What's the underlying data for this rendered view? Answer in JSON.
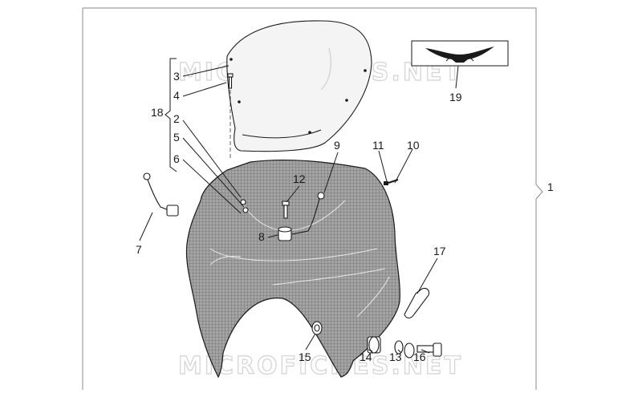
{
  "watermark": "MICROFICHES.NET",
  "logo": {
    "name": "eagle-logo"
  },
  "colors": {
    "line": "#1a1a1a",
    "fairing_fill": "#9a9a9a",
    "windshield_fill": "#f4f4f4",
    "watermark": "#d2d2d2",
    "frame": "#8a8a8a"
  },
  "callouts": [
    {
      "id": "c1",
      "label": "1"
    },
    {
      "id": "c2",
      "label": "2"
    },
    {
      "id": "c3",
      "label": "3"
    },
    {
      "id": "c4",
      "label": "4"
    },
    {
      "id": "c5",
      "label": "5"
    },
    {
      "id": "c6",
      "label": "6"
    },
    {
      "id": "c7",
      "label": "7"
    },
    {
      "id": "c8",
      "label": "8"
    },
    {
      "id": "c9",
      "label": "9"
    },
    {
      "id": "c10",
      "label": "10"
    },
    {
      "id": "c11",
      "label": "11"
    },
    {
      "id": "c12",
      "label": "12"
    },
    {
      "id": "c13",
      "label": "13"
    },
    {
      "id": "c14",
      "label": "14"
    },
    {
      "id": "c15",
      "label": "15"
    },
    {
      "id": "c16",
      "label": "16"
    },
    {
      "id": "c17",
      "label": "17"
    },
    {
      "id": "c18",
      "label": "18"
    },
    {
      "id": "c19",
      "label": "19"
    }
  ]
}
